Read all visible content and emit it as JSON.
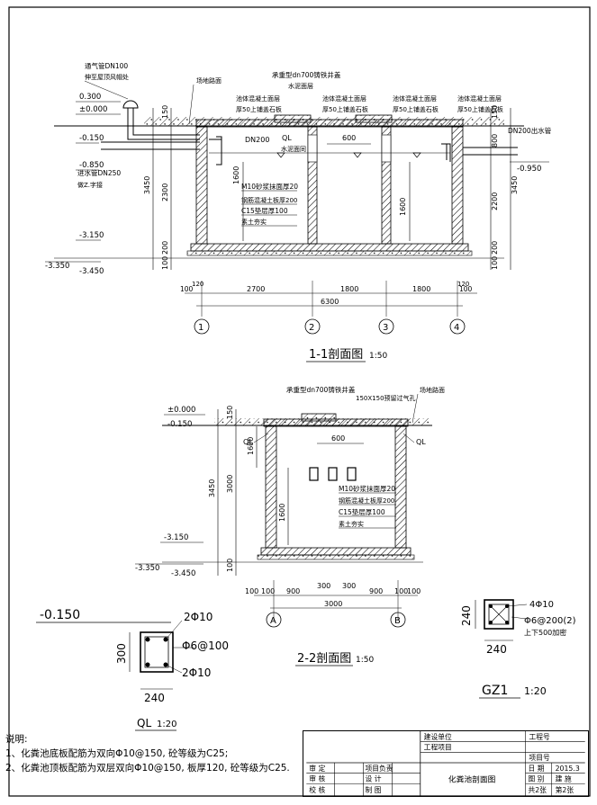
{
  "drawing": {
    "section_1": {
      "title": "1-1剖面图",
      "scale": "1:50",
      "callouts": {
        "vent": [
          "通气管DN100",
          "伸至屋顶风帽处"
        ],
        "inlet": [
          "进水管DN250",
          "做Z.字接"
        ],
        "outlet": "DN200出水管",
        "manhole": "承重型dn700铸铁井盖",
        "manhole_sub": "水泥面层",
        "pavement": "场地路面",
        "cover_1": [
          "池体混凝土面层",
          "厚50上铺盖石板"
        ],
        "cover_2": [
          "池体混凝土面层",
          "厚50上铺盖石板"
        ],
        "cover_3": [
          "池体混凝土面层",
          "厚50上铺盖石板"
        ],
        "dn200": "DN200",
        "ql": "QL",
        "ql_sub": "水泥面同",
        "layers": [
          "M10砂浆抹面厚20",
          "钢筋混凝土板厚200",
          "C15垫层厚100",
          "素土夯实"
        ]
      },
      "elevations": {
        "top1": "0.300",
        "top2": "±0.000",
        "mid": "-0.150",
        "inlet": "-0.850",
        "left_bot": "-3.150",
        "left_b2": "-3.350",
        "left_b3": "-3.450",
        "outlet": "-0.950"
      },
      "dims_left": [
        "150",
        "2300",
        "3450",
        "200",
        "100"
      ],
      "dims_right": [
        "150",
        "800",
        "2200",
        "3450",
        "200",
        "100"
      ],
      "dims_inside": [
        "600",
        "1600",
        "1600"
      ],
      "dims_bottom": [
        "100",
        "120",
        "2700",
        "1800",
        "1800",
        "120",
        "100",
        "6300"
      ],
      "axes": [
        "1",
        "2",
        "3",
        "4"
      ]
    },
    "section_2": {
      "title": "2-2剖面图",
      "scale": "1:50",
      "callouts": {
        "manhole": "承重型dn700铸铁井盖",
        "hole": "150X150预留过气孔",
        "pavement": "场地路面",
        "ql_l": "QL",
        "ql_r": "QL",
        "layers": [
          "M10砂浆抹面厚20",
          "钢筋混凝土板厚200",
          "C15垫层厚100",
          "素土夯实"
        ]
      },
      "elevations": {
        "top": "±0.000",
        "mid": "-0.150",
        "b1": "-3.150",
        "b2": "-3.350",
        "b3": "-3.450"
      },
      "dims_left": [
        "150",
        "3450",
        "100",
        "3000",
        "1600"
      ],
      "dims_inside": [
        "600",
        "1600"
      ],
      "dims_bottom": [
        "100",
        "100",
        "900",
        "300",
        "300",
        "900",
        "100",
        "100",
        "3000"
      ],
      "axes": [
        "A",
        "B"
      ]
    },
    "ql_detail": {
      "title": "QL",
      "scale": "1:20",
      "elev": "-0.150",
      "top_bar": "2Φ10",
      "stirrup": "Φ6@100",
      "bot_bar": "2Φ10",
      "height": "300",
      "width": "240"
    },
    "gz1_detail": {
      "title": "GZ1",
      "scale": "1:20",
      "bars": "4Φ10",
      "stirrup": "Φ6@200(2)",
      "note": "上下500加密",
      "height": "240",
      "width": "240"
    },
    "notes": {
      "heading": "说明:",
      "items": [
        "1、化粪池底板配筋为双向Φ10@150, 砼等级为C25;",
        "2、化粪池顶板配筋为双层双向Φ10@150, 板厚120, 砼等级为C25."
      ]
    },
    "title_block": {
      "builder": "建设单位",
      "project": "工程项目",
      "proj_no_label": "工程号",
      "item_no_label": "项目号",
      "review": "审 定",
      "check": "审 核",
      "proofread": "校 核",
      "proj_lead": "项目负责",
      "design": "设 计",
      "draw": "制 图",
      "drawing_name": "化粪池剖面图",
      "date_label": "日 期",
      "date": "2015.3",
      "sheet_label": "图 别",
      "sheet_type": "建 施",
      "total": "共2张",
      "page": "第2张"
    }
  }
}
